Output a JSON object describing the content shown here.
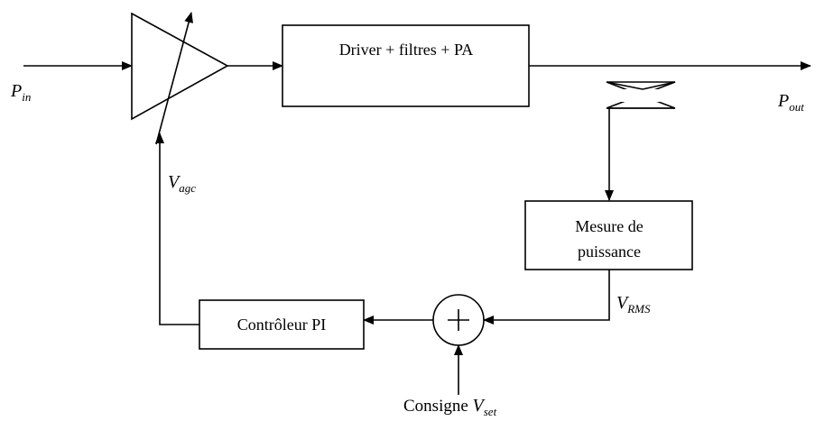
{
  "blocks": {
    "driver": "Driver + filtres + PA",
    "mesure_line1": "Mesure de",
    "mesure_line2": "puissance",
    "controleur": "Contrôleur PI"
  },
  "signals": {
    "pin_main": "P",
    "pin_sub": "in",
    "pout_main": "P",
    "pout_sub": "out",
    "vagc_main": "V",
    "vagc_sub": "agc",
    "vrms_main": "V",
    "vrms_sub": "RMS",
    "consigne_text": "Consigne ",
    "vset_main": "V",
    "vset_sub": "set"
  }
}
